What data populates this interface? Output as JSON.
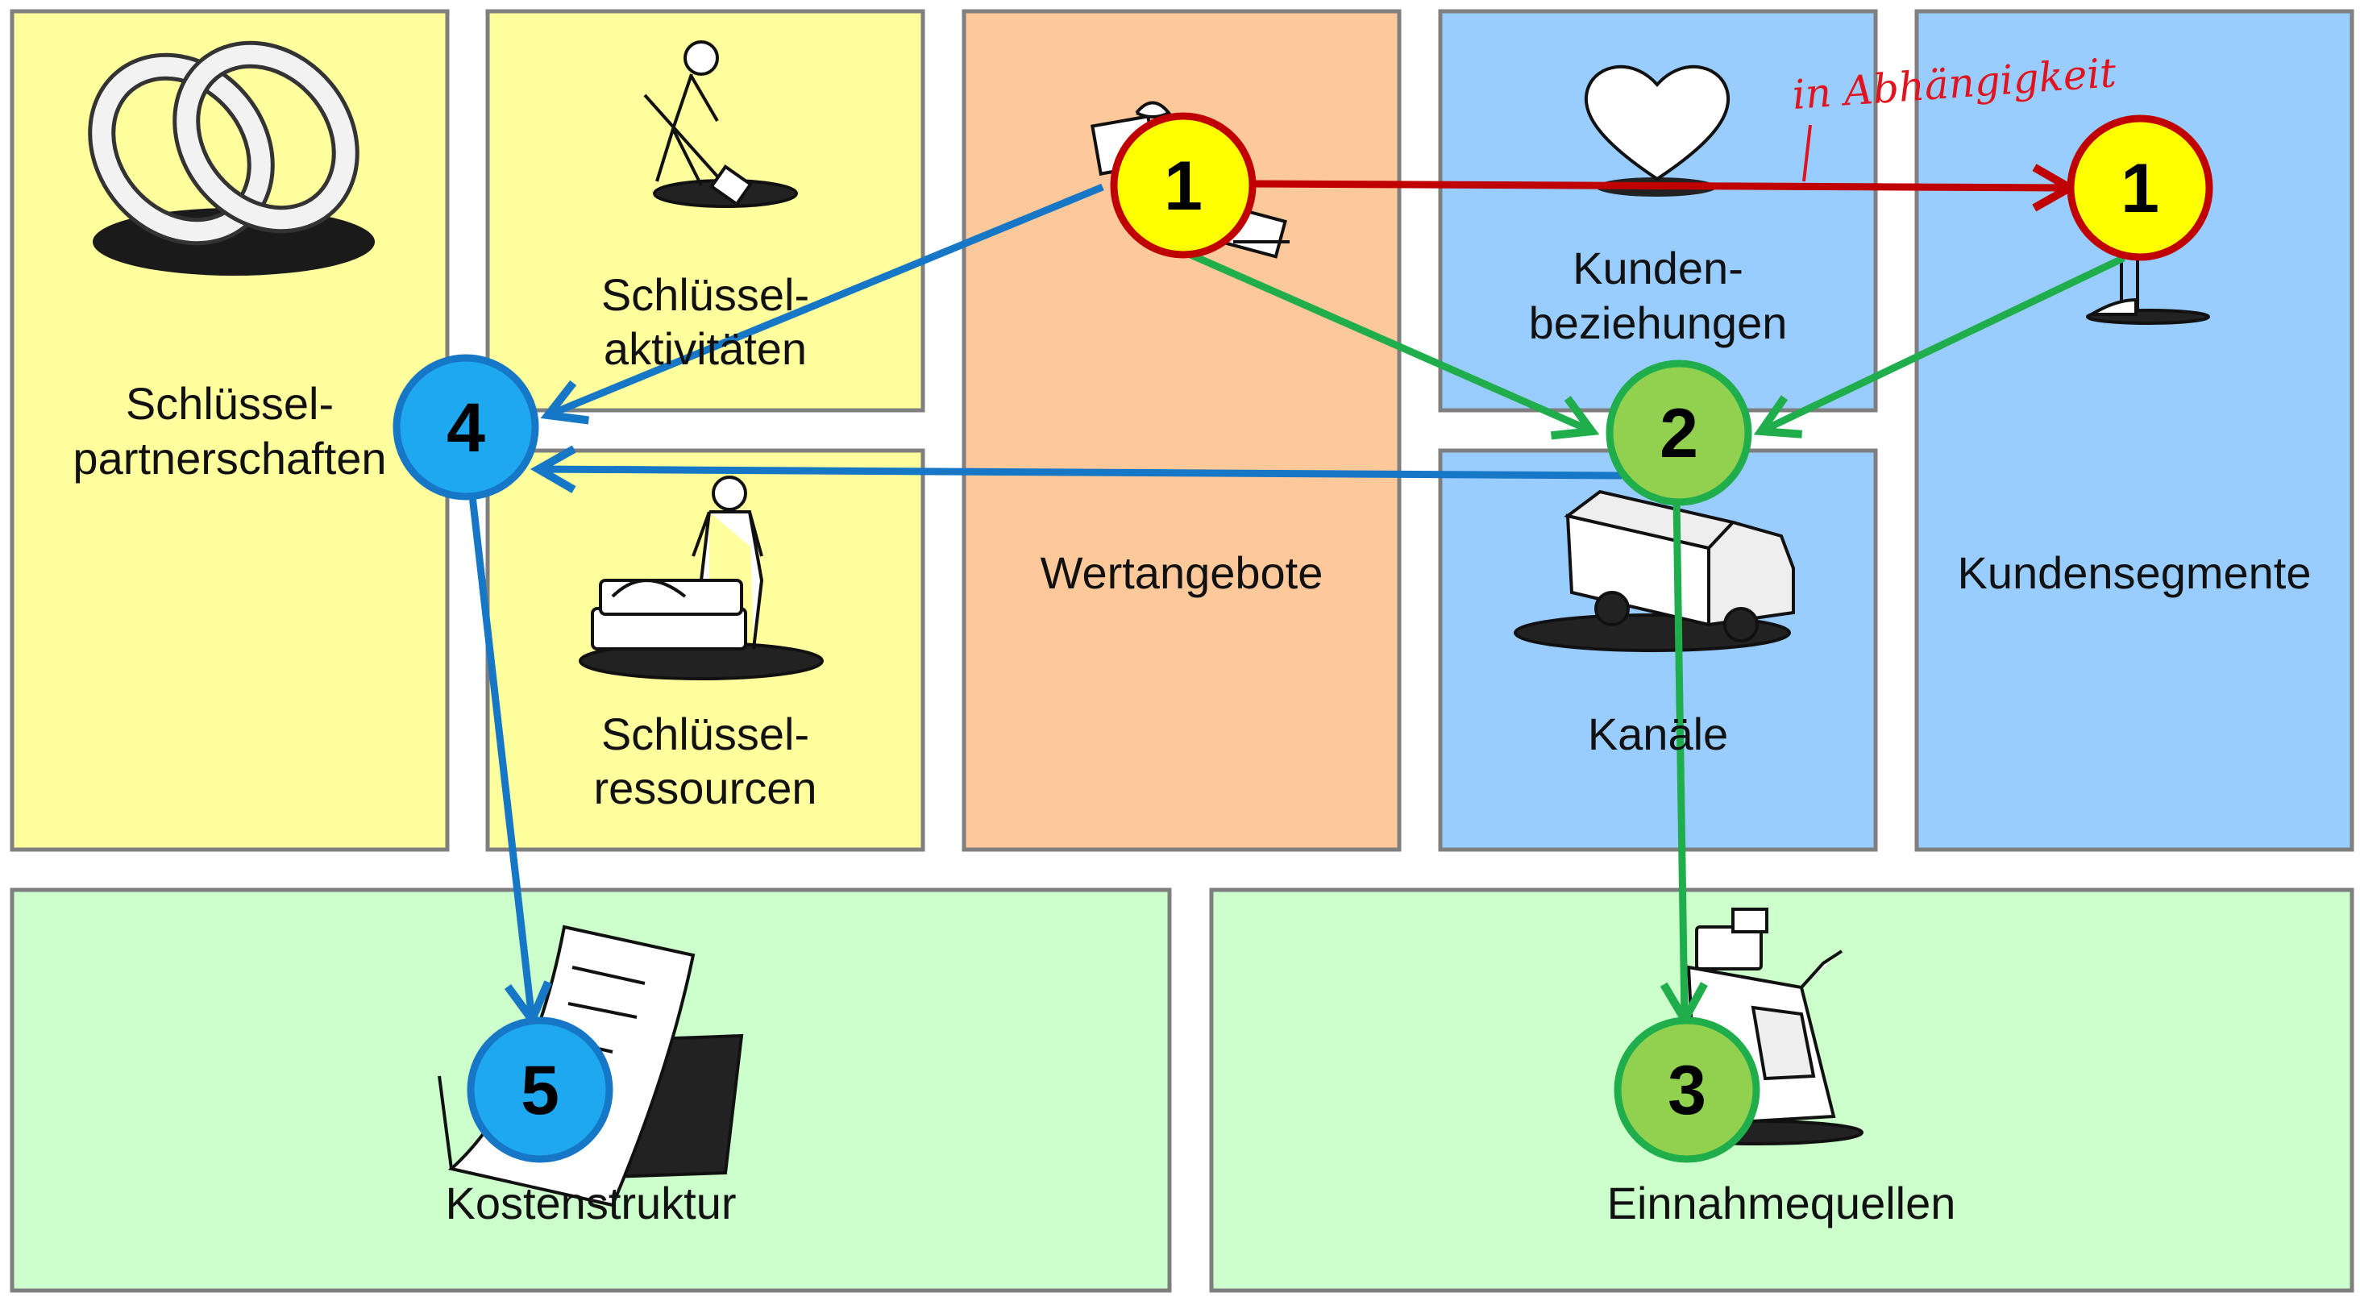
{
  "colors": {
    "yellow_block": "#ffff9e",
    "orange_block": "#fdc99b",
    "blue_block": "#99ccff",
    "green_block": "#ccffcc",
    "block_border": "#7f7f7f",
    "red_arrow": "#c00000",
    "green_arrow": "#1fae4b",
    "blue_arrow": "#1677c6",
    "badge_yellow": "#ffff00",
    "badge_green": "#92d050",
    "badge_blue": "#1ea8f0",
    "note_red": "#e0141e"
  },
  "blocks": {
    "schluesselpartnerschaften": {
      "line1": "Schlüssel-",
      "line2": "partnerschaften",
      "icon": "interlocked-rings-icon"
    },
    "schluesselaktivitaeten": {
      "line1": "Schlüssel-",
      "line2": "aktivitäten",
      "icon": "digging-person-icon"
    },
    "schluesselressourcen": {
      "line1": "Schlüssel-",
      "line2": "ressourcen",
      "icon": "person-with-boxes-icon"
    },
    "wertangebote": {
      "line1": "Wertangebote",
      "icon": "gift-box-icon"
    },
    "kundenbeziehungen": {
      "line1": "Kunden-",
      "line2": "beziehungen",
      "icon": "heart-icon"
    },
    "kanaele": {
      "line1": "Kanäle",
      "icon": "delivery-truck-icon"
    },
    "kundensegmente": {
      "line1": "Kundensegmente",
      "icon": "person-figure-icon"
    },
    "kostenstruktur": {
      "line1": "Kostenstruktur",
      "icon": "document-pages-icon"
    },
    "einnahmequellen": {
      "line1": "Einnahmequellen",
      "icon": "cash-register-icon"
    }
  },
  "badges": {
    "wertangebote": "1",
    "kundensegmente": "1",
    "kanaele": "2",
    "einnahmequellen": "3",
    "partnerschaften": "4",
    "kostenstruktur": "5"
  },
  "annotation": {
    "text": "in Abhängigkeit"
  }
}
